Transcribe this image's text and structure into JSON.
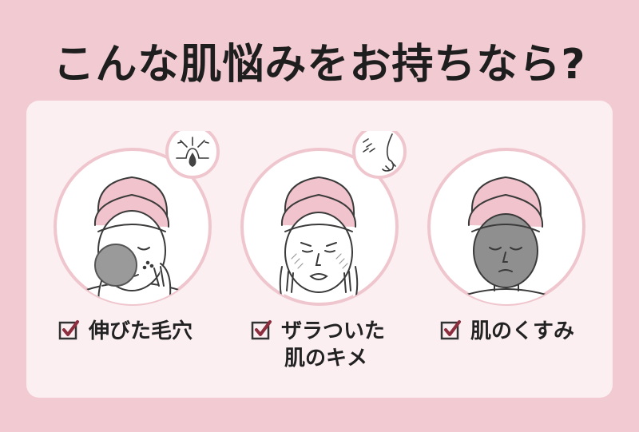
{
  "title": "こんな肌悩みをお持ちなら?",
  "items": [
    {
      "label_lines": [
        "伸びた毛穴"
      ],
      "icon": "checkbox-checked-icon"
    },
    {
      "label_lines": [
        "ザラついた",
        "肌のキメ"
      ],
      "icon": "checkbox-checked-icon"
    },
    {
      "label_lines": [
        "肌のくすみ"
      ],
      "icon": "checkbox-checked-icon"
    }
  ],
  "colors": {
    "background": "#f2cbd2",
    "panel": "#fbeff2",
    "accent": "#8c2e3d",
    "towel": "#f1c3cc",
    "title_text": "#1e1e1e"
  }
}
